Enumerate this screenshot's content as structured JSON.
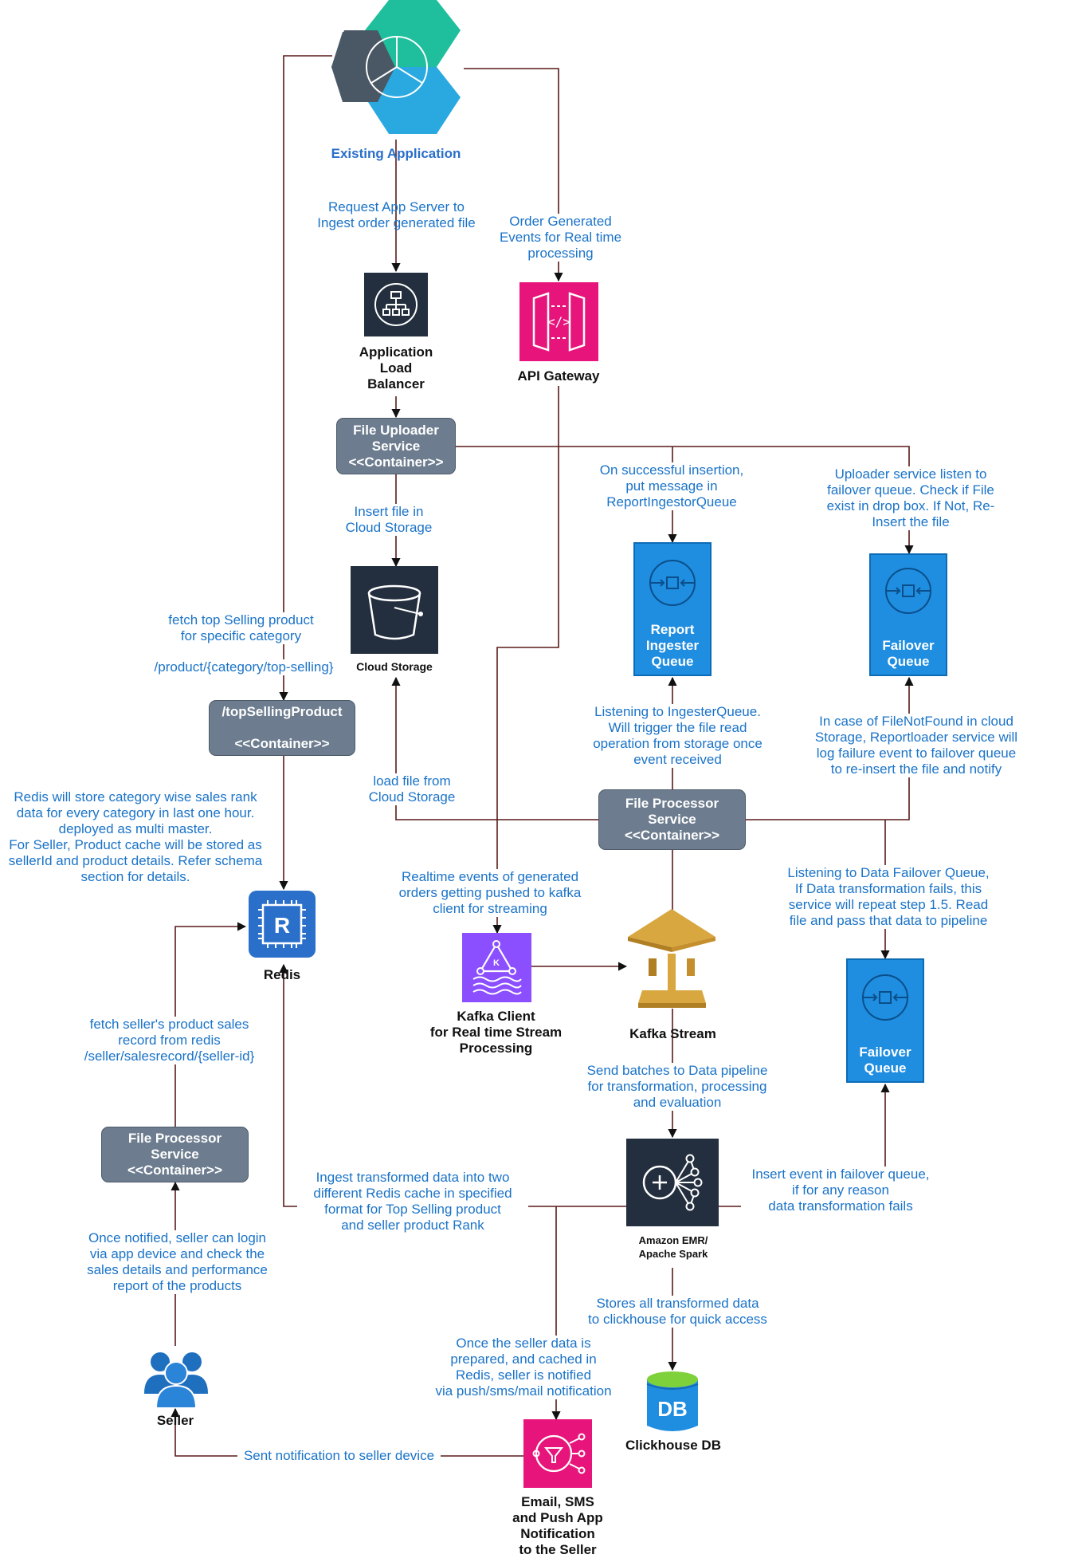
{
  "nodes": {
    "existing_app": "Existing Application",
    "alb": "Application\nLoad\nBalancer",
    "api_gateway": "API Gateway",
    "file_uploader": "File Uploader\nService\n<<Container>>",
    "cloud_storage": "Cloud Storage",
    "report_queue": "Report\nIngester\nQueue",
    "failover_queue_1": "Failover\nQueue",
    "top_selling": "/topSellingProduct\n\n<<Container>>",
    "file_processor_main": "File Processor\nService\n<<Container>>",
    "redis": "Redis",
    "kafka_client": "Kafka Client\nfor Real time Stream\nProcessing",
    "kafka_stream": "Kafka Stream",
    "failover_queue_2": "Failover\nQueue",
    "file_processor_seller": "File Processor\nService\n<<Container>>",
    "emr": "Amazon EMR/\nApache Spark",
    "clickhouse": "Clickhouse DB",
    "seller": "Seller",
    "notification": "Email, SMS\nand Push App\nNotification\nto the Seller"
  },
  "edges": {
    "request_app_server": "Request  App Server to\nIngest order generated file",
    "order_events": "Order Generated\nEvents for Real time\nprocessing",
    "insert_cloud": "Insert file in\nCloud Storage",
    "successful_insertion": "On successful insertion,\nput message in\nReportIngestorQueue",
    "uploader_listen": "Uploader service listen to\nfailover queue. Check if File\nexist in drop box. If Not, Re-\nInsert the file",
    "fetch_top_selling": "fetch top Selling product\nfor specific category",
    "top_selling_path": "/product/{category/top-selling}",
    "listening_ingester": "Listening to IngesterQueue.\nWill trigger the file read\noperation from storage once\nevent received",
    "file_not_found": "In case of FileNotFound in cloud\nStorage, Reportloader service will\nlog failure event to failover queue\nto re-insert the file and notify",
    "redis_store": "Redis will store category wise sales rank\ndata for every category  in last one hour.\ndeployed as multi master.\nFor Seller, Product cache will be stored as\nsellerId and product details. Refer schema\nsection for details.",
    "load_file": "load file from\nCloud Storage",
    "realtime_events": "Realtime events of generated\norders getting pushed to kafka\nclient for streaming",
    "listening_data_failover": "Listening to Data Failover Queue,\nIf Data transformation  fails, this\nservice will repeat step 1.5. Read\nfile and pass that data to pipeline",
    "fetch_seller": "fetch seller's product  sales\nrecord from redis\n/seller/salesrecord/{seller-id}",
    "send_batches": "Send batches to Data pipeline\nfor transformation, processing\nand evaluation",
    "ingest_transformed": "Ingest transformed data into two\ndifferent Redis cache in specified\nformat for Top Selling product\nand seller product Rank",
    "insert_failover": "Insert event in failover queue,\nif for any reason\ndata transformation fails",
    "once_notified": "Once notified, seller can login\nvia app device and check the\nsales details and performance\nreport of the products",
    "stores_transformed": "Stores all transformed data\nto clickhouse for quick access",
    "seller_prepared": "Once the seller data is\nprepared, and cached in\nRedis, seller is notified\nvia push/sms/mail notification",
    "sent_notification": "Sent notification to seller device"
  },
  "icons": {
    "alb": "load-balancer-icon",
    "api_gateway": "api-gateway-icon",
    "cloud_storage": "bucket-icon",
    "queue": "queue-icon",
    "redis": "redis-chip-icon",
    "kafka_client": "kafka-msk-icon",
    "kafka_stream": "kinesis-stream-icon",
    "emr": "emr-cluster-icon",
    "clickhouse": "database-icon",
    "seller": "users-icon",
    "notification": "sns-icon",
    "existing_app": "hexagon-logo-icon"
  },
  "colors": {
    "wire": "#5a1a1a",
    "text_blue": "#1a73c8",
    "service_box": "#6d7d8f",
    "aws_dark": "#232f3e",
    "aws_pink": "#e7157b",
    "aws_purple": "#8c4fff",
    "queue_blue": "#1f8de0",
    "redis_blue": "#2a6fc9"
  }
}
